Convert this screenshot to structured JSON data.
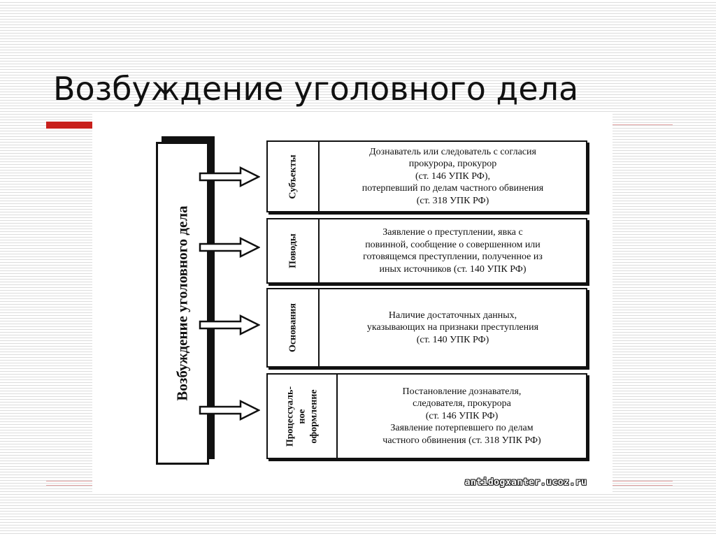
{
  "slide": {
    "title": "Возбуждение уголовного дела",
    "accent_color": "#c8201c"
  },
  "diagram": {
    "main_label": "Возбуждение уголовного дела",
    "rows": [
      {
        "label": "Субъекты",
        "content": [
          "Дознаватель или следователь с согласия",
          "прокурора, прокурор",
          "(ст. 146 УПК РФ),",
          "потерпевший по делам частного обвинения",
          "(ст. 318 УПК РФ)"
        ]
      },
      {
        "label": "Поводы",
        "content": [
          "Заявление о преступлении, явка с",
          "повинной, сообщение о совершенном или",
          "готовящемся преступлении, полученное из",
          "иных источников (ст. 140 УПК РФ)"
        ]
      },
      {
        "label": "Основания",
        "content": [
          "Наличие достаточных данных,",
          "указывающих на признаки преступления",
          "(ст. 140 УПК РФ)"
        ]
      },
      {
        "label_lines": [
          "Процессуаль-",
          "ное",
          "оформление"
        ],
        "content": [
          "Постановление дознавателя,",
          "следователя, прокурора",
          "(ст. 146 УПК РФ)",
          "Заявление потерпевшего по делам",
          "частного обвинения (ст. 318 УПК РФ)"
        ]
      }
    ]
  },
  "watermark": "antidogxanter.ucoz.ru"
}
